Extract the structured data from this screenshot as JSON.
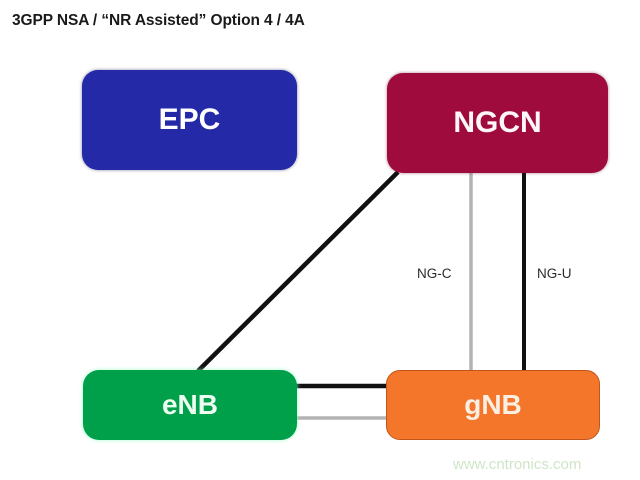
{
  "diagram": {
    "title": "3GPP NSA / “NR Assisted”  Option 4 / 4A",
    "background_color": "#ffffff",
    "nodes": [
      {
        "id": "epc",
        "label": "EPC",
        "color": "#2429A8",
        "text_color": "#ffffff"
      },
      {
        "id": "ngcn",
        "label": "NGCN",
        "color": "#9E0B3C",
        "text_color": "#fdf7f8"
      },
      {
        "id": "enb",
        "label": "eNB",
        "color": "#00A04A",
        "text_color": "#ecfff2"
      },
      {
        "id": "gnb",
        "label": "gNB",
        "color": "#F4762B",
        "text_color": "#fbeee2"
      }
    ],
    "links": [
      {
        "id": "ngcn-enb",
        "from": "ngcn",
        "to": "enb",
        "label": "",
        "color": "#111111",
        "style": "solid"
      },
      {
        "id": "ngcn-gnb-c",
        "from": "ngcn",
        "to": "gnb",
        "label": "NG-C",
        "color": "#b3b3b3",
        "style": "solid"
      },
      {
        "id": "ngcn-gnb-u",
        "from": "ngcn",
        "to": "gnb",
        "label": "NG-U",
        "color": "#111111",
        "style": "solid"
      },
      {
        "id": "enb-gnb-u",
        "from": "enb",
        "to": "gnb",
        "label": "",
        "color": "#111111",
        "style": "solid"
      },
      {
        "id": "enb-gnb-c",
        "from": "enb",
        "to": "gnb",
        "label": "",
        "color": "#b3b3b3",
        "style": "solid"
      }
    ],
    "edge_labels": {
      "ng_c": "NG-C",
      "ng_u": "NG-U"
    },
    "watermark": "www.cntronics.com",
    "watermark_color": "#cfe5c9"
  }
}
